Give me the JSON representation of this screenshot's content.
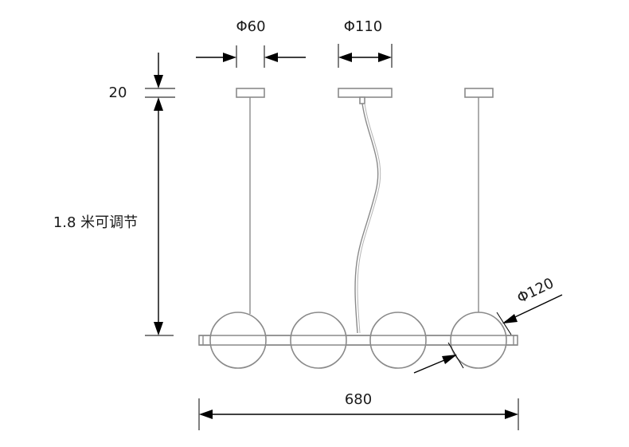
{
  "dimensions": {
    "canopy_diameter": "Φ60",
    "main_canopy_diameter": "Φ110",
    "canopy_height": "20",
    "cable_length": "1.8 米可调节",
    "globe_diameter": "Φ120",
    "total_length": "680"
  },
  "colors": {
    "outline": "#8a8a8a",
    "dimension_line": "#000000"
  }
}
